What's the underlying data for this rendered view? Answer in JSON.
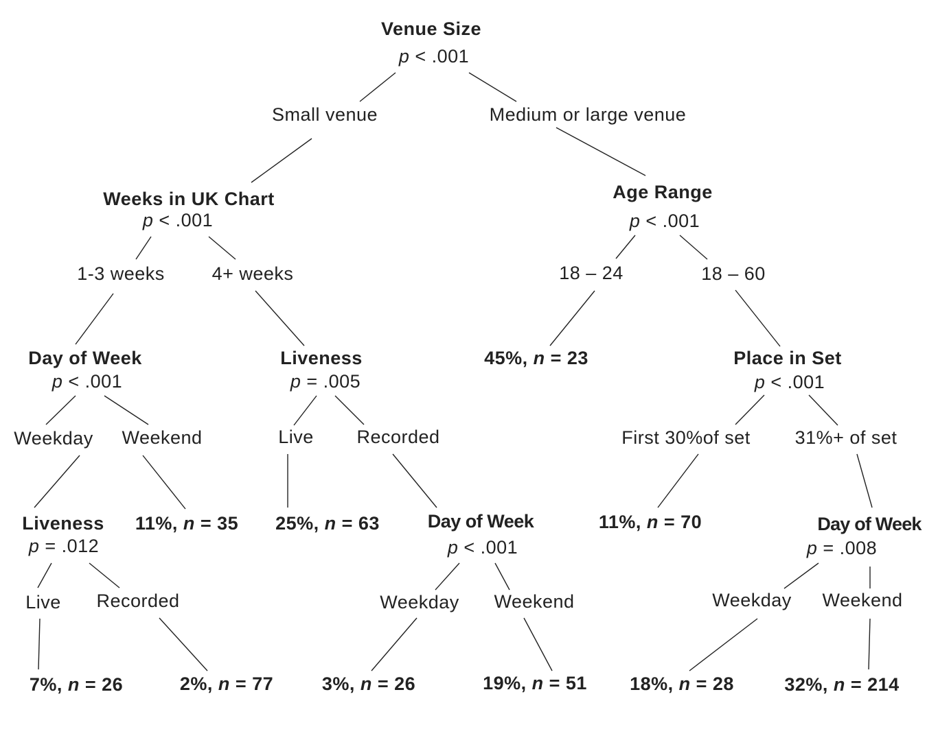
{
  "root": {
    "title": "Venue Size",
    "p_var": "p",
    "p_val": " < .001"
  },
  "root_branches": {
    "left": "Small venue",
    "right": "Medium or large venue"
  },
  "weeks": {
    "title": "Weeks in UK Chart",
    "p_var": "p",
    "p_val": " < .001",
    "left": "1-3 weeks",
    "right": "4+ weeks"
  },
  "age": {
    "title": "Age Range",
    "p_var": "p",
    "p_val": " < .001",
    "left": "18 – 24",
    "right": "18 – 60"
  },
  "day1": {
    "title": "Day of Week",
    "p_var": "p",
    "p_val": " < .001",
    "left": "Weekday",
    "right": "Weekend"
  },
  "live1": {
    "title": "Liveness",
    "p_var": "p",
    "p_val": " = .005",
    "left": "Live",
    "right": "Recorded"
  },
  "place": {
    "title": "Place in Set",
    "p_var": "p",
    "p_val": " < .001",
    "left": "First 30%of set",
    "right": "31%+ of set"
  },
  "live2": {
    "title": "Liveness",
    "p_var": "p",
    "p_val": " = .012",
    "left": "Live",
    "right": "Recorded"
  },
  "day2": {
    "title": "Day of  Week",
    "p_var": "p",
    "p_val": " < .001",
    "left": "Weekday",
    "right": "Weekend"
  },
  "day3": {
    "title": "Day of Week",
    "p_var": "p",
    "p_val": " = .008",
    "left": "Weekday",
    "right": "Weekend"
  },
  "leaves": {
    "age_young": {
      "pct": "45%, ",
      "n_var": "n",
      "n_val": " = 23"
    },
    "day1_weekend": {
      "pct": "11%, ",
      "n_var": "n",
      "n_val": " = 35"
    },
    "live1_live": {
      "pct": "25%, ",
      "n_var": "n",
      "n_val": " = 63"
    },
    "place_first": {
      "pct": "11%, ",
      "n_var": "n",
      "n_val": " = 70"
    },
    "live2_live": {
      "pct": "7%, ",
      "n_var": "n",
      "n_val": " = 26"
    },
    "live2_recorded": {
      "pct": "2%, ",
      "n_var": "n",
      "n_val": " = 77"
    },
    "day2_weekday": {
      "pct": "3%, ",
      "n_var": "n",
      "n_val": " = 26"
    },
    "day2_weekend": {
      "pct": "19%, ",
      "n_var": "n",
      "n_val": " = 51"
    },
    "day3_weekday": {
      "pct": "18%, ",
      "n_var": "n",
      "n_val": " = 28"
    },
    "day3_weekend": {
      "pct": "32%, ",
      "n_var": "n",
      "n_val": " = 214"
    }
  }
}
